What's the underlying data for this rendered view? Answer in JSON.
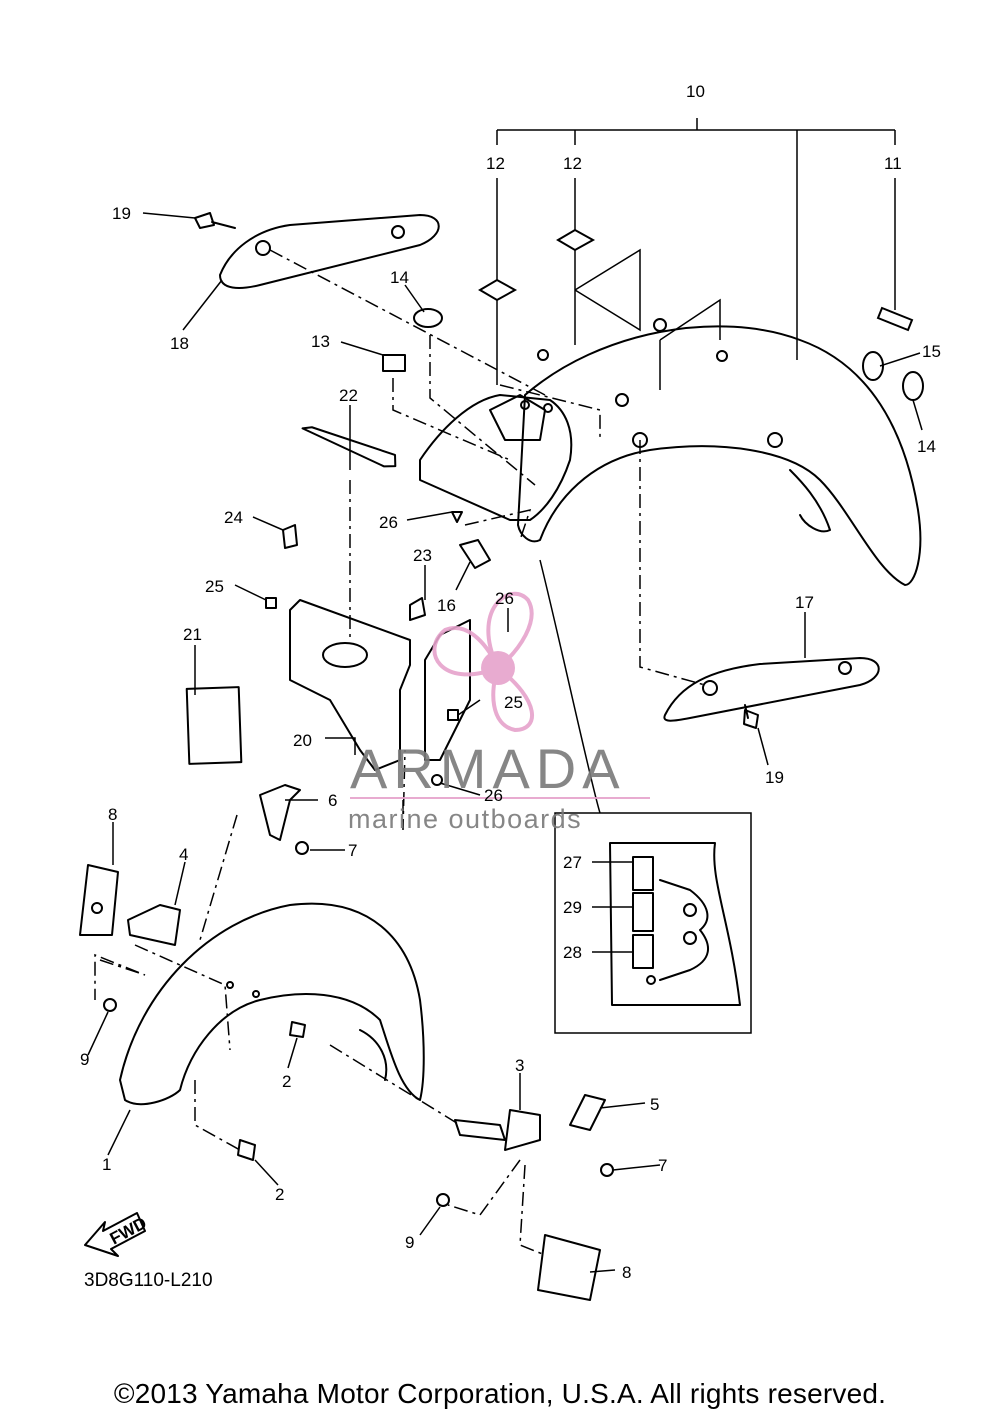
{
  "diagram": {
    "part_numbers": [
      "1",
      "2",
      "2",
      "3",
      "4",
      "5",
      "6",
      "7",
      "7",
      "8",
      "8",
      "9",
      "9",
      "10",
      "11",
      "12",
      "12",
      "13",
      "14",
      "14",
      "15",
      "16",
      "17",
      "18",
      "19",
      "19",
      "20",
      "21",
      "22",
      "23",
      "24",
      "25",
      "25",
      "26",
      "26",
      "26",
      "27",
      "28",
      "29"
    ],
    "direction_marker": "FWD",
    "drawing_code": "3D8G110-L210",
    "watermark": {
      "brand": "ARMADA",
      "tagline": "marine outboards"
    },
    "copyright": "©2013 Yamaha Motor Corporation, U.S.A. All rights reserved."
  }
}
